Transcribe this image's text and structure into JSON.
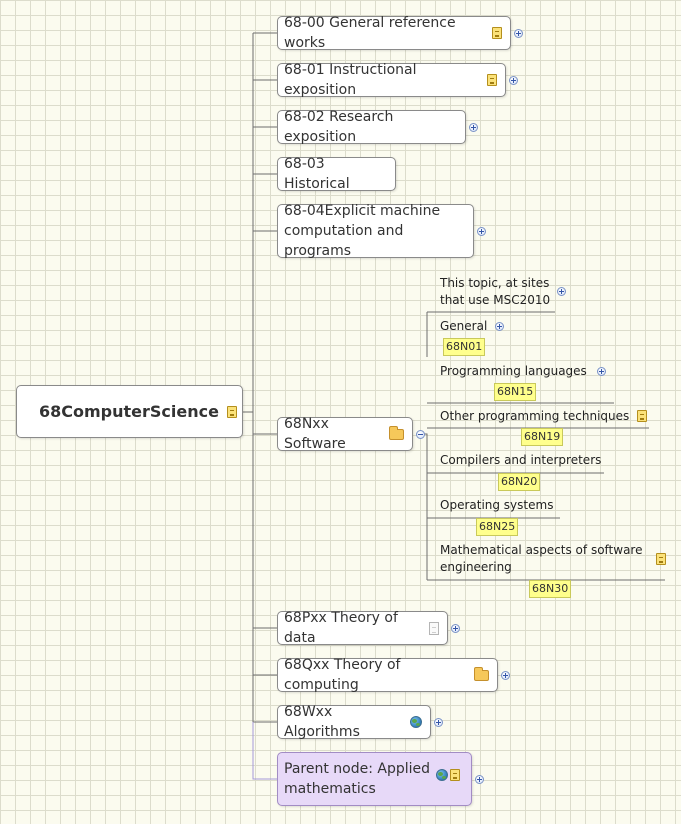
{
  "root": {
    "label": "68ComputerScience",
    "icon": "note-icon"
  },
  "branches": [
    {
      "label": "68-00 General reference works",
      "icon": "note-icon",
      "has_children": true
    },
    {
      "label": "68-01 Instructional exposition",
      "icon": "note-icon",
      "has_children": true
    },
    {
      "label": "68-02 Research exposition",
      "has_children": true
    },
    {
      "label": "68-03 Historical",
      "has_children": false
    },
    {
      "label": "68-04Explicit machine\ncomputation and programs",
      "has_children": true
    },
    {
      "label": "68Nxx Software",
      "icon": "folder-icon",
      "expanded": true
    },
    {
      "label": "68Pxx Theory of data",
      "icon": "document-icon",
      "has_children": true
    },
    {
      "label": "68Qxx Theory of computing",
      "icon": "folder-icon",
      "has_children": true
    },
    {
      "label": "68Wxx Algorithms",
      "icon": "globe-icon",
      "has_children": true
    },
    {
      "label": "Parent node: Applied\nmathematics",
      "icons": [
        "globe-icon",
        "note-icon"
      ],
      "has_children": true
    }
  ],
  "software_children": [
    {
      "label": "This topic, at sites\nthat use MSC2010",
      "has_children": true
    },
    {
      "label": "General",
      "code": "68N01",
      "has_children": true
    },
    {
      "label": "Programming languages",
      "code": "68N15",
      "has_children": true
    },
    {
      "label": "Other programming techniques",
      "code": "68N19",
      "icon": "note-icon"
    },
    {
      "label": "Compilers and interpreters",
      "code": "68N20"
    },
    {
      "label": "Operating systems",
      "code": "68N25"
    },
    {
      "label": "Mathematical aspects of software\nengineering",
      "code": "68N30",
      "icon": "note-icon"
    }
  ],
  "colors": {
    "background": "#fbfbef",
    "grid": "#dcdccc",
    "node_border": "#8a8a8a",
    "parent_node_fill": "#e7d9f8",
    "code_tag_fill": "#ffff8c",
    "connector": "#6e6e6e",
    "expander": "#3456a8"
  }
}
